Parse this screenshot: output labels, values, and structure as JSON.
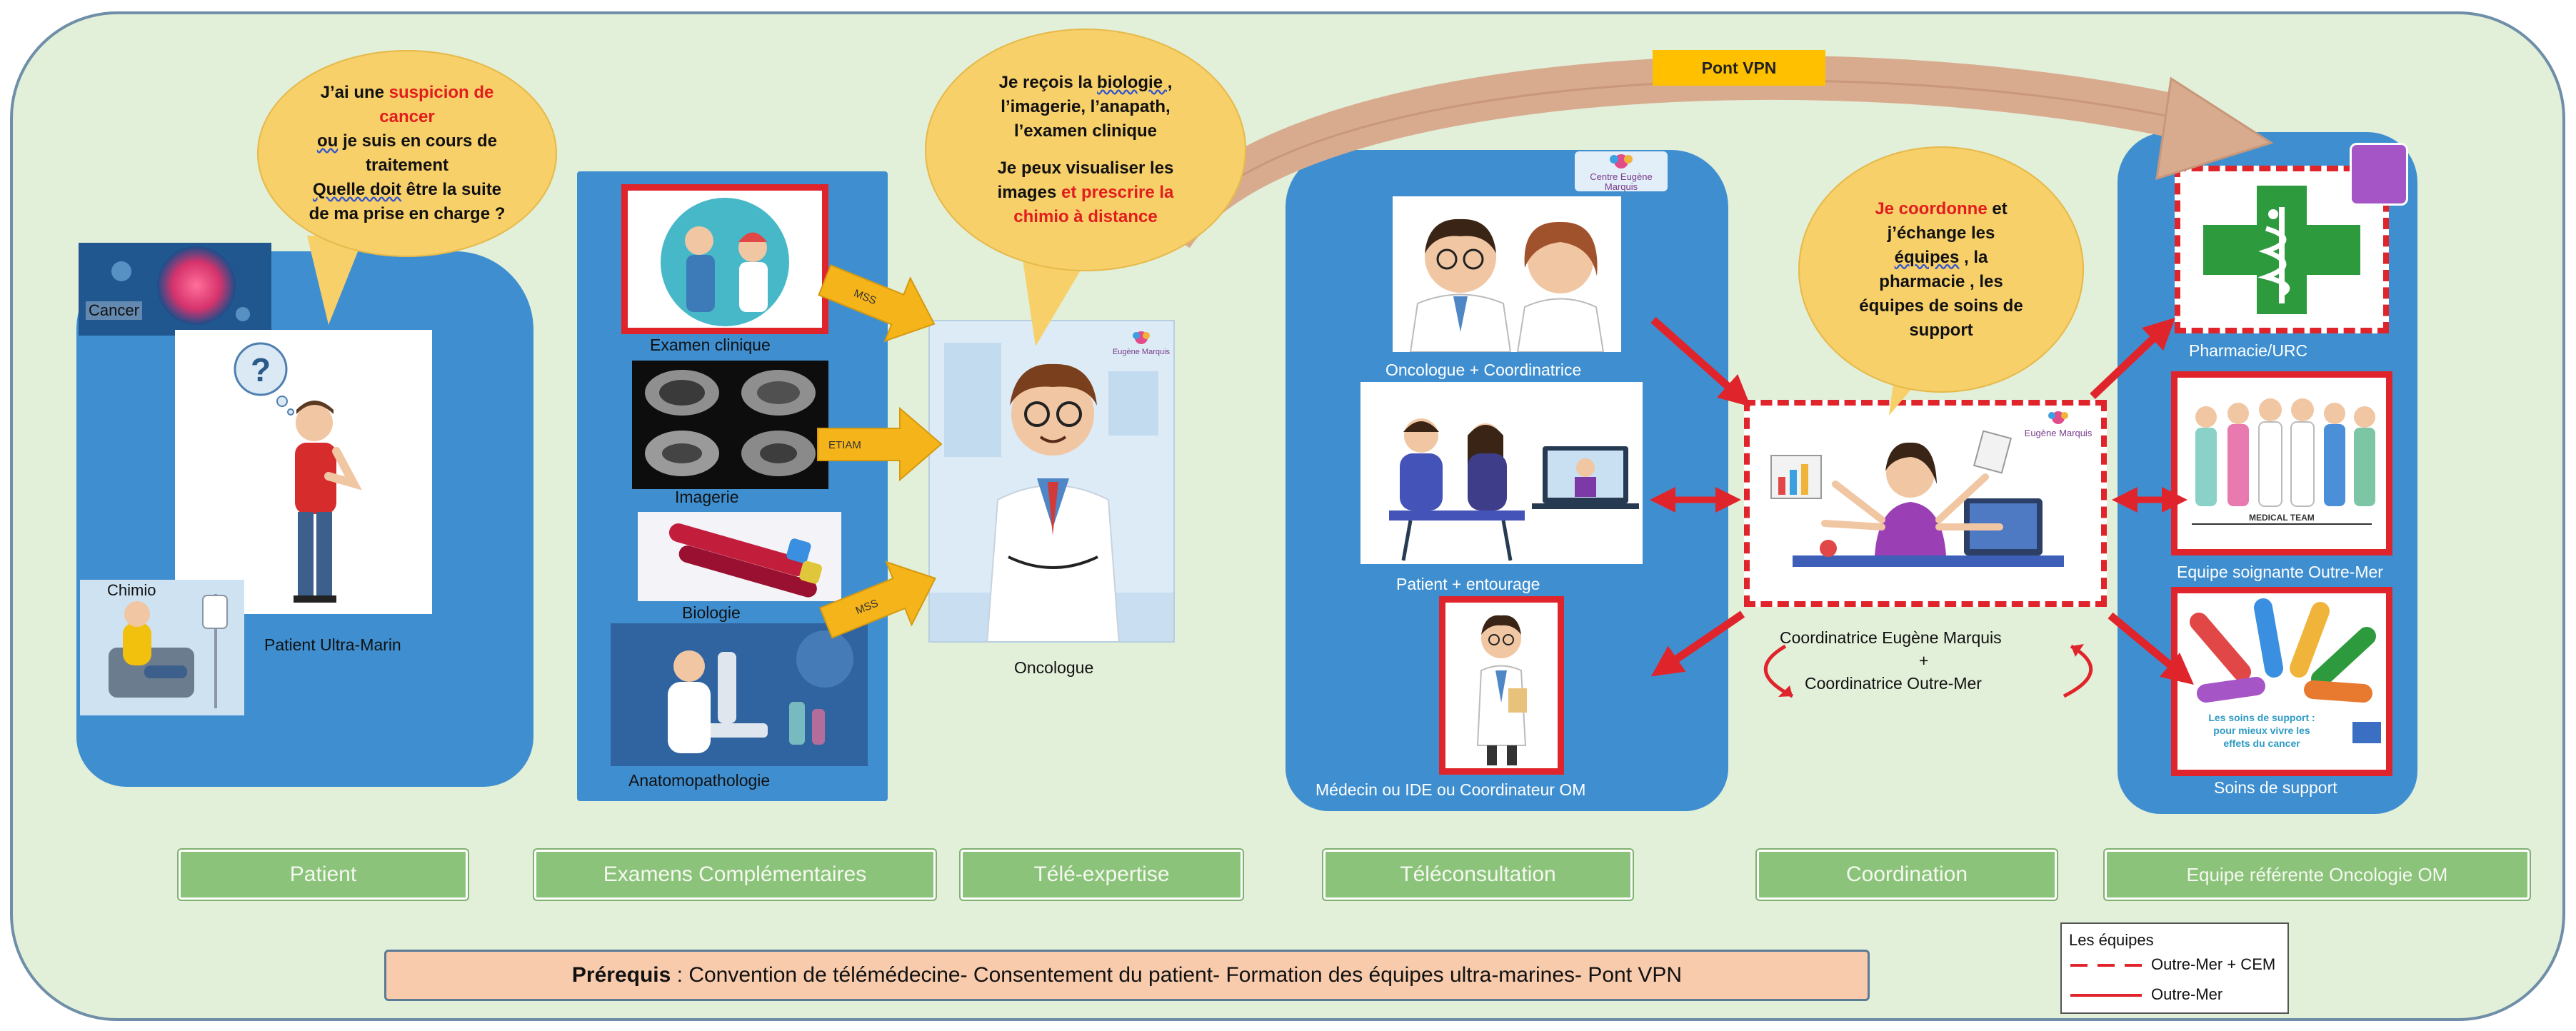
{
  "pont_vpn": "Pont VPN",
  "bubbles": {
    "patient": {
      "line1_pre": "J’ai une ",
      "line1_red": "suspicion de",
      "line2_red": "cancer",
      "line3_sq": "ou",
      "line3_rest": " je suis en cours de",
      "line4": "traitement",
      "line5_sq": "Quelle doit",
      "line5_rest": " être la suite",
      "line6": "de ma prise en charge ?"
    },
    "oncologue": {
      "line1_pre": "Je reçois la ",
      "line1_sq": "biologie ,",
      "line2": "l’imagerie, l’anapath,",
      "line3": "l’examen clinique",
      "line4": "Je peux visualiser les",
      "line5_pre": "images ",
      "line5_red": "et prescrire la",
      "line6_red": "chimio à distance"
    },
    "coordination": {
      "line1_red": "Je coordonne",
      "line1_rest": " et",
      "line2": "j’échange les",
      "line3_sq": "équipes",
      "line3_rest": " , la",
      "line4": "pharmacie , les",
      "line5": "équipes de soins de",
      "line6": "support"
    }
  },
  "patient_panel": {
    "cancer": "Cancer",
    "chimio": "Chimio",
    "patient": "Patient Ultra-Marin"
  },
  "exam_panel": {
    "examen": "Examen clinique",
    "imagerie": "Imagerie",
    "biologie": "Biologie",
    "anapath": "Anatomopathologie"
  },
  "arrows": {
    "a1": "MSS",
    "a2": "ETIAM",
    "a3": "MSS"
  },
  "oncologue": {
    "label": "Oncologue",
    "logo": "Eugène Marquis"
  },
  "tele_panel": {
    "logo_top": "Centre",
    "logo": "Eugène Marquis",
    "card1": "Oncologue + Coordinatrice",
    "card2": "Patient + entourage",
    "card3": "Médecin ou IDE ou Coordinateur OM"
  },
  "coord": {
    "logo": "Eugène Marquis",
    "line1": "Coordinatrice Eugène Marquis",
    "plus": "+",
    "line2": "Coordinatrice Outre-Mer"
  },
  "team_panel": {
    "pharmacie": "Pharmacie/URC",
    "equipe": "Equipe soignante Outre-Mer",
    "medical_team": "MEDICAL TEAM",
    "soins": "Soins de support",
    "soins_text1": "Les soins de support :",
    "soins_text2": "pour mieux vivre les",
    "soins_text3": "effets du cancer"
  },
  "categories": [
    "Patient",
    "Examens Complémentaires",
    "Télé-expertise",
    "Téléconsultation",
    "Coordination",
    "Equipe référente Oncologie OM"
  ],
  "prereq": {
    "bold": "Prérequis",
    "text": " : Convention de télémédecine- Consentement du patient- Formation des équipes ultra-marines- Pont VPN"
  },
  "legend": {
    "title": "Les équipes",
    "item1": "Outre-Mer + CEM",
    "item2": "Outre-Mer"
  },
  "colors": {
    "background": "#e2efd9",
    "panel": "#3f8fd0",
    "bubble": "#f7d06a",
    "red": "#e0242b",
    "category": "#8cc37b",
    "prereq": "#f8cbad",
    "vpn": "#ffc000"
  }
}
